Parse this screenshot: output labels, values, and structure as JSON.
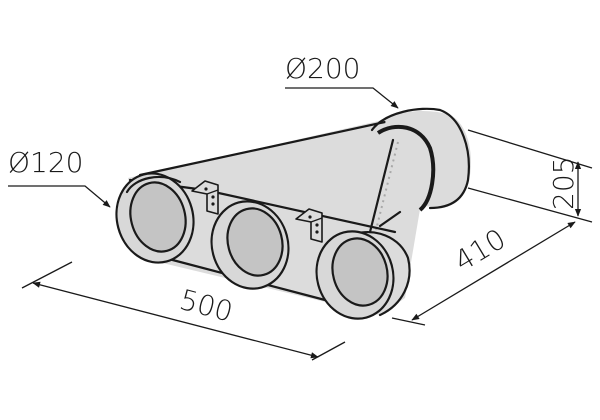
{
  "diagram": {
    "subject": "Duct plenum adapter: one large round inlet to three small round outlets",
    "colors": {
      "background": "#ffffff",
      "body": "#dcdcdc",
      "inner": "#c4c4c4",
      "line": "#1a1a1a"
    },
    "dimensions": {
      "large_diameter": {
        "label": "Ø200"
      },
      "small_diameter": {
        "label": "Ø120"
      },
      "height": {
        "label": "205"
      },
      "depth": {
        "label": "410"
      },
      "width": {
        "label": "500"
      }
    },
    "outlets_count": 3,
    "brackets_count": 2
  }
}
